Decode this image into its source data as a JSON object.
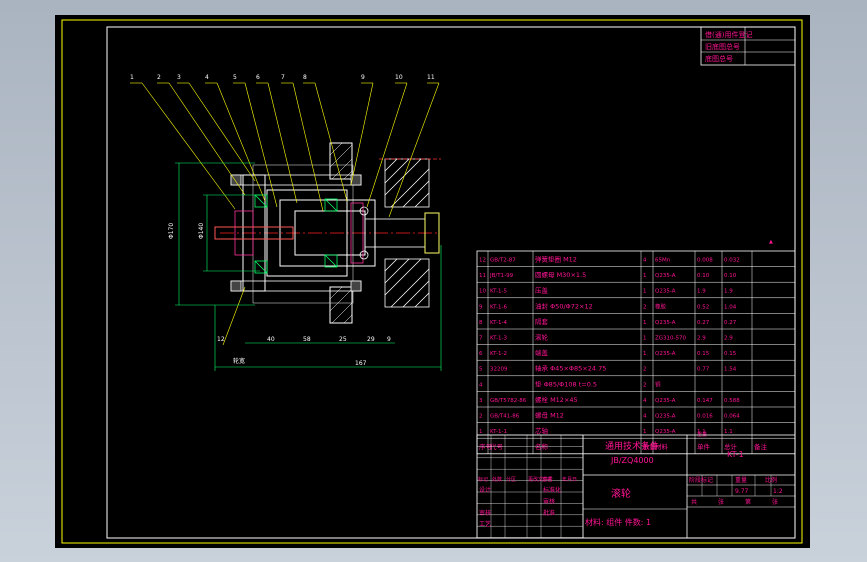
{
  "title_block": {
    "standard_title": "通用技术条件",
    "standard_code": "JB/ZQ4000",
    "drawing_code": "KT-1",
    "part_name": "滚轮",
    "material_note": "材料: 组件  件数: 1",
    "scale_value": "1:2",
    "weight_value": "9.77",
    "header_labels": [
      "标记",
      "处数",
      "分区",
      "更改文件号",
      "签名",
      "年月日"
    ],
    "role_labels": [
      "设计",
      "审核",
      "工艺"
    ],
    "mid_labels": [
      "标准化",
      "审核",
      "批准"
    ],
    "stage_labels": [
      "阶段标记",
      "重量",
      "比例"
    ],
    "bottom_labels": [
      "共",
      "张",
      "第",
      "张"
    ]
  },
  "corner_table": [
    "借(通)用件登记",
    "旧底图总号",
    "底图总号"
  ],
  "balloons": [
    "1",
    "2",
    "3",
    "4",
    "5",
    "6",
    "7",
    "8",
    "9",
    "10",
    "11",
    "12"
  ],
  "dimensions": {
    "overall_length": "167",
    "segments": [
      "40",
      "58",
      "25",
      "29",
      "9"
    ],
    "diameters": [
      "Φ170",
      "Φ140"
    ],
    "side_label": "轮宽"
  },
  "bom_header": [
    "序号",
    "代号",
    "名称",
    "数量",
    "材料",
    "单件",
    "总计",
    "备注"
  ],
  "bom_header_extra": "重量",
  "bom_rows": [
    {
      "no": "12",
      "code": "GB/T2-87",
      "name": "弹簧垫圈 M12",
      "qty": "4",
      "material": "65Mn",
      "unit": "0.008",
      "total": "0.032"
    },
    {
      "no": "11",
      "code": "JB/T1-99",
      "name": "圆螺母 M30×1.5",
      "qty": "1",
      "material": "Q235-A",
      "unit": "0.10",
      "total": "0.10"
    },
    {
      "no": "10",
      "code": "KT-1-5",
      "name": "压盖",
      "qty": "1",
      "material": "Q235-A",
      "unit": "1.9",
      "total": "1.9"
    },
    {
      "no": "9",
      "code": "KT-1-6",
      "name": "油封 Φ50/Φ72×12",
      "qty": "2",
      "material": "橡胶",
      "unit": "0.52",
      "total": "1.04"
    },
    {
      "no": "8",
      "code": "KT-1-4",
      "name": "隔套",
      "qty": "1",
      "material": "Q235-A",
      "unit": "0.27",
      "total": "0.27"
    },
    {
      "no": "7",
      "code": "KT-1-3",
      "name": "滚轮",
      "qty": "1",
      "material": "ZG310-570",
      "unit": "2.9",
      "total": "2.9"
    },
    {
      "no": "6",
      "code": "KT-1-2",
      "name": "端盖",
      "qty": "1",
      "material": "Q235-A",
      "unit": "0.15",
      "total": "0.15"
    },
    {
      "no": "5",
      "code": "32209",
      "name": "轴承 Φ45×Φ85×24.75",
      "qty": "2",
      "material": "",
      "unit": "0.77",
      "total": "1.54"
    },
    {
      "no": "4",
      "code": "",
      "name": "垫 Φ85/Φ108 t=0.5",
      "qty": "2",
      "material": "铜",
      "unit": "",
      "total": ""
    },
    {
      "no": "3",
      "code": "GB/T5782-86",
      "name": "螺栓 M12×45",
      "qty": "4",
      "material": "Q235-A",
      "unit": "0.147",
      "total": "0.588"
    },
    {
      "no": "2",
      "code": "GB/T41-86",
      "name": "螺母 M12",
      "qty": "4",
      "material": "Q235-A",
      "unit": "0.016",
      "total": "0.064"
    },
    {
      "no": "1",
      "code": "KT-1-1",
      "name": "芯轴",
      "qty": "1",
      "material": "Q235-A",
      "unit": "1.1",
      "total": "1.1"
    }
  ]
}
